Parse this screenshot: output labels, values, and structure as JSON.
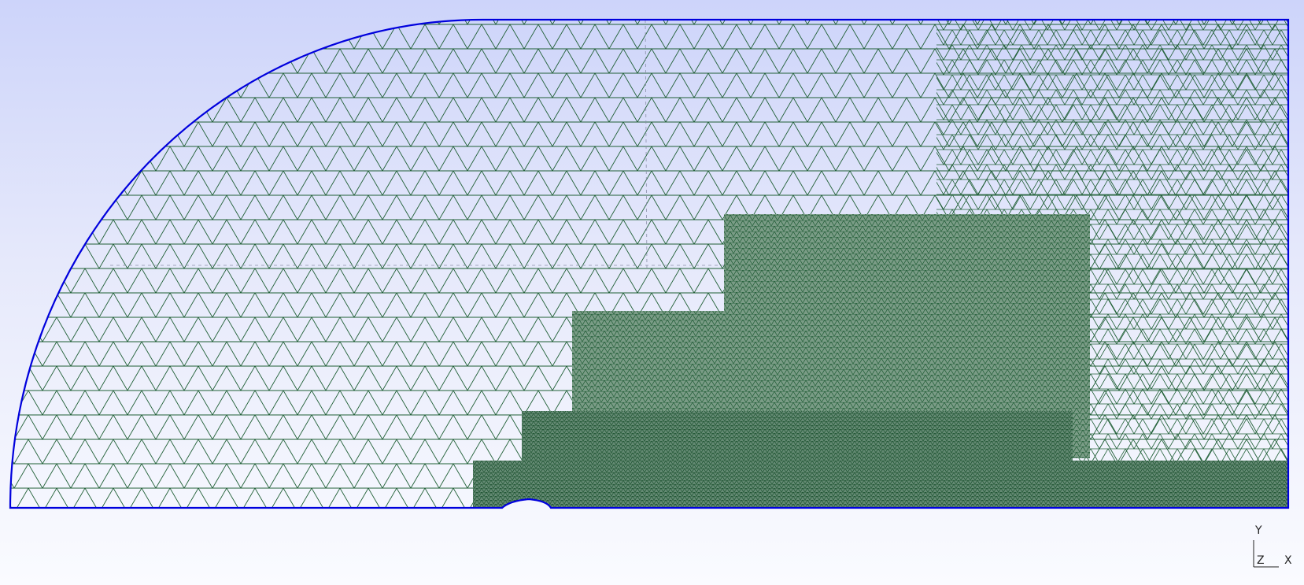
{
  "viewer": {
    "background_top": "#cdd4fa",
    "background_bottom": "#fafbff",
    "boundary_color": "#0000dd",
    "mesh_color": "#1f5f35",
    "dense_fill": "#6f947c"
  },
  "axes_triad": {
    "y_label": "Y",
    "z_label": "Z",
    "x_label": "X"
  }
}
